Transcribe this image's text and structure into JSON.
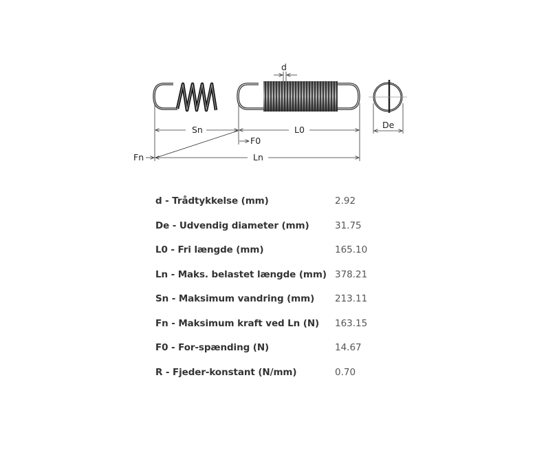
{
  "diagram": {
    "labels": {
      "d": "d",
      "sn": "Sn",
      "l0": "L0",
      "f0": "F0",
      "fn": "Fn",
      "ln": "Ln",
      "de": "De"
    }
  },
  "specs": {
    "rows": [
      {
        "label": "d - Trådtykkelse (mm)",
        "value": "2.92"
      },
      {
        "label": "De - Udvendig diameter (mm)",
        "value": "31.75"
      },
      {
        "label": "L0 - Fri længde (mm)",
        "value": "165.10"
      },
      {
        "label": "Ln - Maks. belastet længde (mm)",
        "value": "378.21"
      },
      {
        "label": "Sn - Maksimum vandring (mm)",
        "value": "213.11"
      },
      {
        "label": "Fn - Maksimum kraft ved Ln (N)",
        "value": "163.15"
      },
      {
        "label": "F0 - For-spænding (N)",
        "value": "14.67"
      },
      {
        "label": "R - Fjeder-konstant (N/mm)",
        "value": "0.70"
      }
    ]
  }
}
